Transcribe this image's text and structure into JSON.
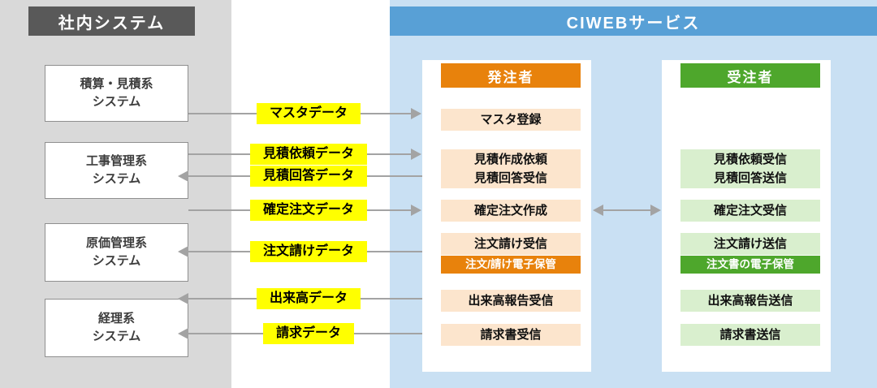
{
  "panels": {
    "internal": {
      "title": "社内システム"
    },
    "ciweb": {
      "title": "CIWEBサービス"
    }
  },
  "internal_systems": [
    {
      "label": "積算・見積系\nシステム"
    },
    {
      "label": "工事管理系\nシステム"
    },
    {
      "label": "原価管理系\nシステム"
    },
    {
      "label": "経理系\nシステム"
    }
  ],
  "flows": [
    {
      "label": "マスタデータ",
      "direction": "right"
    },
    {
      "label": "見積依頼データ",
      "direction": "right"
    },
    {
      "label": "見積回答データ",
      "direction": "left"
    },
    {
      "label": "確定注文データ",
      "direction": "right"
    },
    {
      "label": "注文請けデータ",
      "direction": "left"
    },
    {
      "label": "出来高データ",
      "direction": "left"
    },
    {
      "label": "請求データ",
      "direction": "left"
    }
  ],
  "orderer": {
    "title": "発注者",
    "steps": [
      {
        "label": "マスタ登録"
      },
      {
        "label": "見積作成依頼\n見積回答受信"
      },
      {
        "label": "確定注文作成"
      },
      {
        "label": "注文請け受信"
      },
      {
        "label": "注文/請け電子保管"
      },
      {
        "label": "出来高報告受信"
      },
      {
        "label": "請求書受信"
      }
    ]
  },
  "contractor": {
    "title": "受注者",
    "steps": [
      {
        "label": "見積依頼受信\n見積回答送信"
      },
      {
        "label": "確定注文受信"
      },
      {
        "label": "注文請け送信"
      },
      {
        "label": "注文書の電子保管"
      },
      {
        "label": "出来高報告送信"
      },
      {
        "label": "請求書送信"
      }
    ]
  },
  "colors": {
    "internal_panel_bg": "#d9d9d9",
    "internal_header_bg": "#595959",
    "ciweb_panel_bg": "#c9e0f3",
    "ciweb_header_bg": "#58a0d6",
    "orderer_accent": "#e8820c",
    "orderer_row_bg": "#fce5cd",
    "contractor_accent": "#4ea72c",
    "contractor_row_bg": "#d9efce",
    "flow_label_bg": "#ffff00",
    "arrow": "#a3a3a3"
  }
}
